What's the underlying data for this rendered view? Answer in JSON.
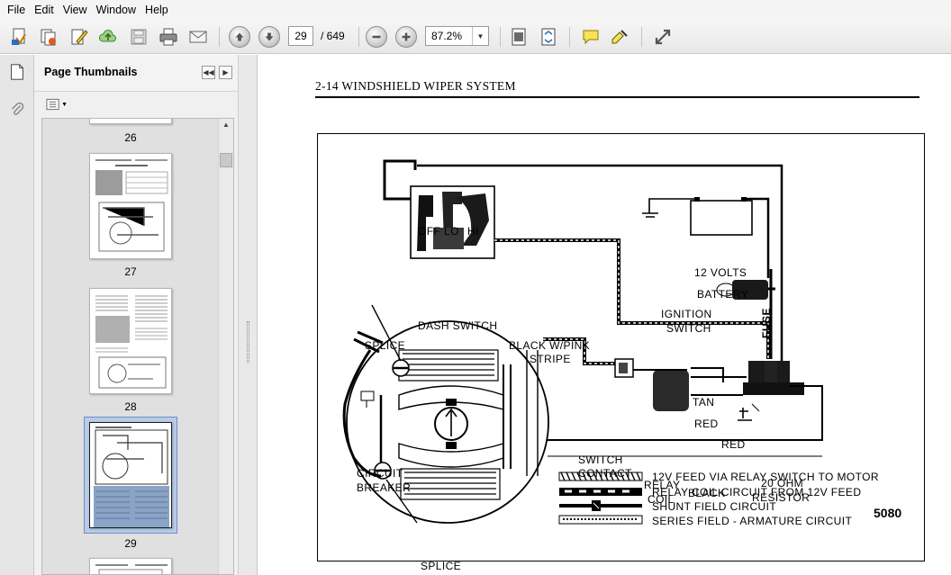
{
  "menu": [
    "File",
    "Edit",
    "View",
    "Window",
    "Help"
  ],
  "toolbar": {
    "current_page": "29",
    "total_pages": "/ 649",
    "zoom": "87.2%",
    "icons": [
      "create-pdf-icon",
      "combine-files-icon",
      "edit-icon",
      "cloud-upload-icon",
      "save-icon",
      "print-icon",
      "email-icon",
      "previous-page-icon",
      "next-page-icon",
      "zoom-out-icon",
      "zoom-in-icon",
      "fit-page-icon",
      "fit-width-icon",
      "comment-icon",
      "highlight-icon",
      "expand-icon"
    ]
  },
  "sidebar": {
    "title": "Page Thumbnails",
    "thumbnails": [
      {
        "label": "26"
      },
      {
        "label": "27"
      },
      {
        "label": "28"
      },
      {
        "label": "29",
        "selected": true
      }
    ]
  },
  "document": {
    "heading": "2-14  WINDSHIELD  WIPER  SYSTEM",
    "figure_number": "5080",
    "labels": {
      "switch_positions": [
        "OFF",
        "LO",
        "HI"
      ],
      "dash_switch": "DASH SWITCH",
      "battery_voltage": "12 VOLTS",
      "battery": "BATTERY",
      "ignition_switch": [
        "IGNITION",
        "SWITCH"
      ],
      "splice_top": "SPLICE",
      "splice_bottom": "SPLICE",
      "wire_black_pink": [
        "BLACK W/PINK",
        "STRIPE"
      ],
      "fuse": "FUSE",
      "tan": "TAN",
      "red_upper": "RED",
      "red_lower": "RED",
      "switch_contact": [
        "SWITCH",
        "CONTACT"
      ],
      "relay_coil": [
        "RELAY",
        "COIL"
      ],
      "black": "BLACK",
      "resistor": [
        "20 OHM",
        "RESISTOR"
      ],
      "circuit_breaker": [
        "CIRCUIT",
        "BREAKER"
      ]
    },
    "legend": [
      "12V FEED VIA RELAY SWITCH TO MOTOR",
      "RELAY COIL CIRCUIT FROM 12V FEED",
      "SHUNT FIELD CIRCUIT",
      "SERIES FIELD - ARMATURE CIRCUIT"
    ]
  }
}
